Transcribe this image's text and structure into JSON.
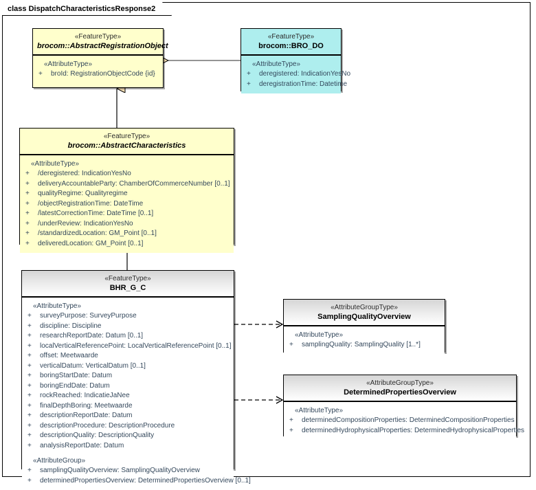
{
  "frame": {
    "tab_label": "class DispatchCharacteristicsResponse2"
  },
  "classes": {
    "abstract_registration_object": {
      "stereotype": "«FeatureType»",
      "name": "brocom::AbstractRegistrationObject",
      "compartment_label": "«AttributeType»",
      "attributes": [
        {
          "visibility": "+",
          "text": "broId: RegistrationObjectCode {id}"
        }
      ]
    },
    "bro_do": {
      "stereotype": "«FeatureType»",
      "name": "brocom::BRO_DO",
      "compartment_label": "«AttributeType»",
      "attributes": [
        {
          "visibility": "+",
          "text": "deregistered: IndicationYesNo"
        },
        {
          "visibility": "+",
          "text": "deregistrationTime: Datetime"
        }
      ]
    },
    "abstract_characteristics": {
      "stereotype": "«FeatureType»",
      "name": "brocom::AbstractCharacteristics",
      "compartment_label": "«AttributeType»",
      "attributes": [
        {
          "visibility": "+",
          "text": "/deregistered: IndicationYesNo"
        },
        {
          "visibility": "+",
          "text": "deliveryAccountableParty: ChamberOfCommerceNumber [0..1]"
        },
        {
          "visibility": "+",
          "text": "qualityRegime: Qualityregime"
        },
        {
          "visibility": "+",
          "text": "/objectRegistrationTime: DateTime"
        },
        {
          "visibility": "+",
          "text": "/latestCorrectionTime: DateTime [0..1]"
        },
        {
          "visibility": "+",
          "text": "/underReview: IndicationYesNo"
        },
        {
          "visibility": "+",
          "text": "/standardizedLocation: GM_Point [0..1]"
        },
        {
          "visibility": "+",
          "text": "deliveredLocation: GM_Point [0..1]"
        }
      ]
    },
    "bhr_g_c": {
      "stereotype": "«FeatureType»",
      "name": "BHR_G_C",
      "compartment_label": "«AttributeType»",
      "attributes": [
        {
          "visibility": "+",
          "text": "surveyPurpose: SurveyPurpose"
        },
        {
          "visibility": "+",
          "text": "discipline: Discipline"
        },
        {
          "visibility": "+",
          "text": "researchReportDate: Datum [0..1]"
        },
        {
          "visibility": "+",
          "text": "localVerticalReferencePoint: LocalVerticalReferencePoint [0..1]"
        },
        {
          "visibility": "+",
          "text": "offset: Meetwaarde"
        },
        {
          "visibility": "+",
          "text": "verticalDatum: VerticalDatum [0..1]"
        },
        {
          "visibility": "+",
          "text": "boringStartDate: Datum"
        },
        {
          "visibility": "+",
          "text": "boringEndDate: Datum"
        },
        {
          "visibility": "+",
          "text": "rockReached: IndicatieJaNee"
        },
        {
          "visibility": "+",
          "text": "finalDepthBoring: Meetwaarde"
        },
        {
          "visibility": "+",
          "text": "descriptionReportDate: Datum"
        },
        {
          "visibility": "+",
          "text": "descriptionProcedure: DescriptionProcedure"
        },
        {
          "visibility": "+",
          "text": "descriptionQuality: DescriptionQuality"
        },
        {
          "visibility": "+",
          "text": "analysisReportDate: Datum"
        }
      ],
      "group_label": "«AttributeGroup»",
      "group_attributes": [
        {
          "visibility": "+",
          "text": "samplingQualityOverview: SamplingQualityOverview"
        },
        {
          "visibility": "+",
          "text": "determinedPropertiesOverview: DeterminedPropertiesOverview [0..1]"
        }
      ]
    },
    "sampling_quality_overview": {
      "stereotype": "«AttributeGroupType»",
      "name": "SamplingQualityOverview",
      "compartment_label": "«AttributeType»",
      "attributes": [
        {
          "visibility": "+",
          "text": "samplingQuality: SamplingQuality [1..*]"
        }
      ]
    },
    "determined_properties_overview": {
      "stereotype": "«AttributeGroupType»",
      "name": "DeterminedPropertiesOverview",
      "compartment_label": "«AttributeType»",
      "attributes": [
        {
          "visibility": "+",
          "text": "determinedCompositionProperties: DeterminedCompositionProperties"
        },
        {
          "visibility": "+",
          "text": "determinedHydrophysicalProperties: DeterminedHydrophysicalProperties"
        }
      ]
    }
  },
  "connectors": [
    {
      "name": "generalization-bro-do-to-abstract-registration-object",
      "kind": "generalization"
    },
    {
      "name": "generalization-abstract-characteristics-to-abstract-registration-object",
      "kind": "generalization"
    },
    {
      "name": "generalization-bhr-g-c-to-abstract-characteristics",
      "kind": "generalization"
    },
    {
      "name": "dependency-bhr-g-c-to-sampling-quality-overview",
      "kind": "dependency"
    },
    {
      "name": "dependency-bhr-g-c-to-determined-properties-overview",
      "kind": "dependency"
    }
  ],
  "colors": {
    "feature_type_fill": "#FFFFCC",
    "bro_do_fill": "#AEEEEE",
    "attribute_group_fill": "#FFFFFF",
    "generalization_arrow_fill": "#F5DEB3",
    "attribute_text": "#33475B",
    "border": "#000000"
  }
}
